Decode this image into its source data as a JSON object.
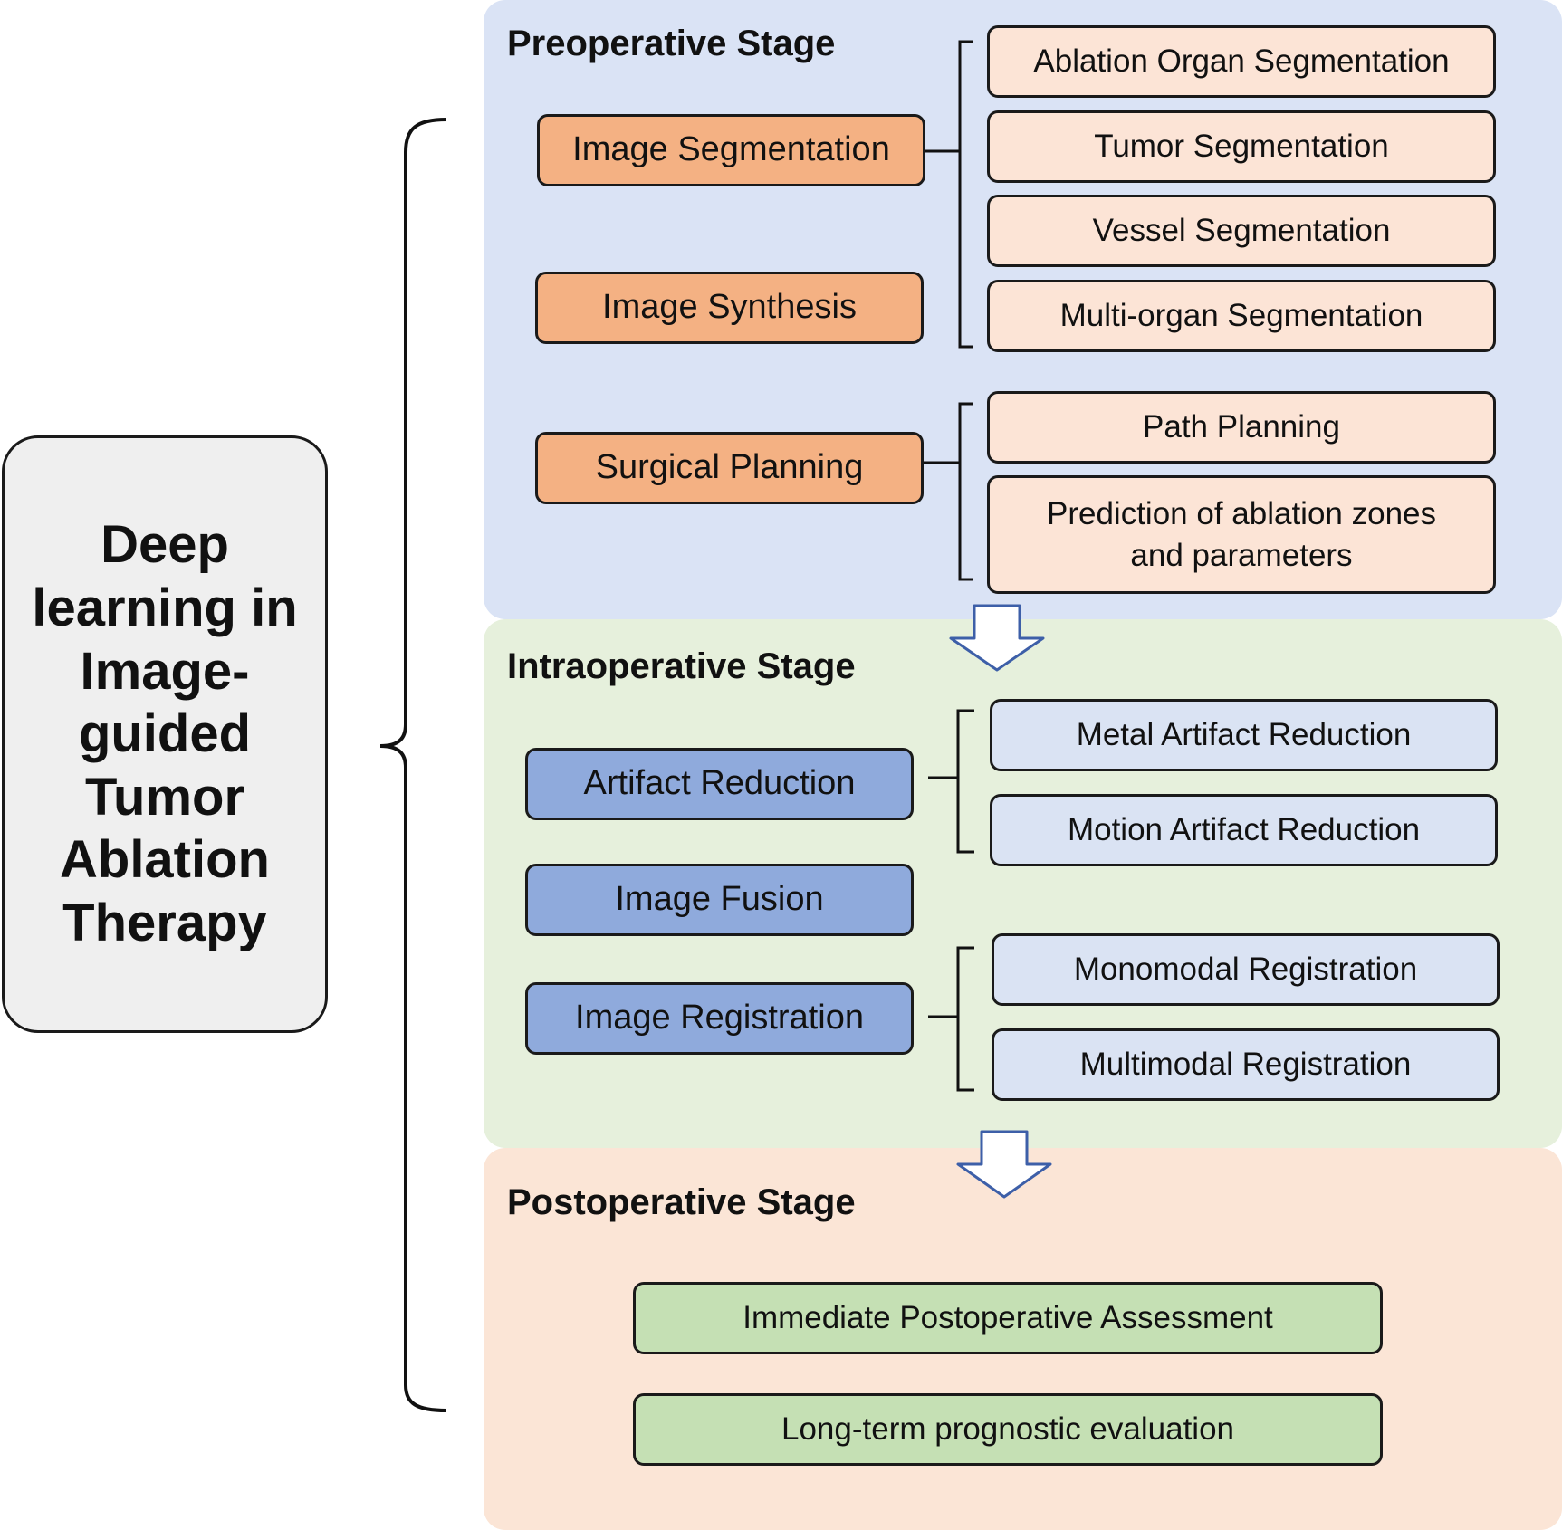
{
  "root": {
    "label": "Deep learning in Image-guided Tumor Ablation Therapy"
  },
  "colors": {
    "pre_panel": "#dae3f5",
    "intra_panel": "#e6f0dc",
    "post_panel": "#fbe5d6",
    "pre_main": "#f4b183",
    "pre_sub": "#fce4d6",
    "intra_main": "#8faadc",
    "intra_sub": "#dae3f3",
    "post_main": "#c5e0b4"
  },
  "preoperative": {
    "title": "Preoperative Stage",
    "image_segmentation": {
      "label": "Image Segmentation",
      "children": [
        "Ablation Organ Segmentation",
        "Tumor Segmentation",
        "Vessel Segmentation",
        "Multi-organ Segmentation"
      ]
    },
    "image_synthesis": {
      "label": "Image Synthesis"
    },
    "surgical_planning": {
      "label": "Surgical Planning",
      "children": [
        "Path Planning",
        "Prediction of ablation zones and parameters"
      ]
    }
  },
  "intraoperative": {
    "title": "Intraoperative Stage",
    "artifact_reduction": {
      "label": "Artifact Reduction",
      "children": [
        "Metal Artifact Reduction",
        "Motion Artifact Reduction"
      ]
    },
    "image_fusion": {
      "label": "Image Fusion"
    },
    "image_registration": {
      "label": "Image Registration",
      "children": [
        "Monomodal Registration",
        "Multimodal Registration"
      ]
    }
  },
  "postoperative": {
    "title": "Postoperative Stage",
    "items": [
      "Immediate Postoperative Assessment",
      "Long-term prognostic evaluation"
    ]
  }
}
